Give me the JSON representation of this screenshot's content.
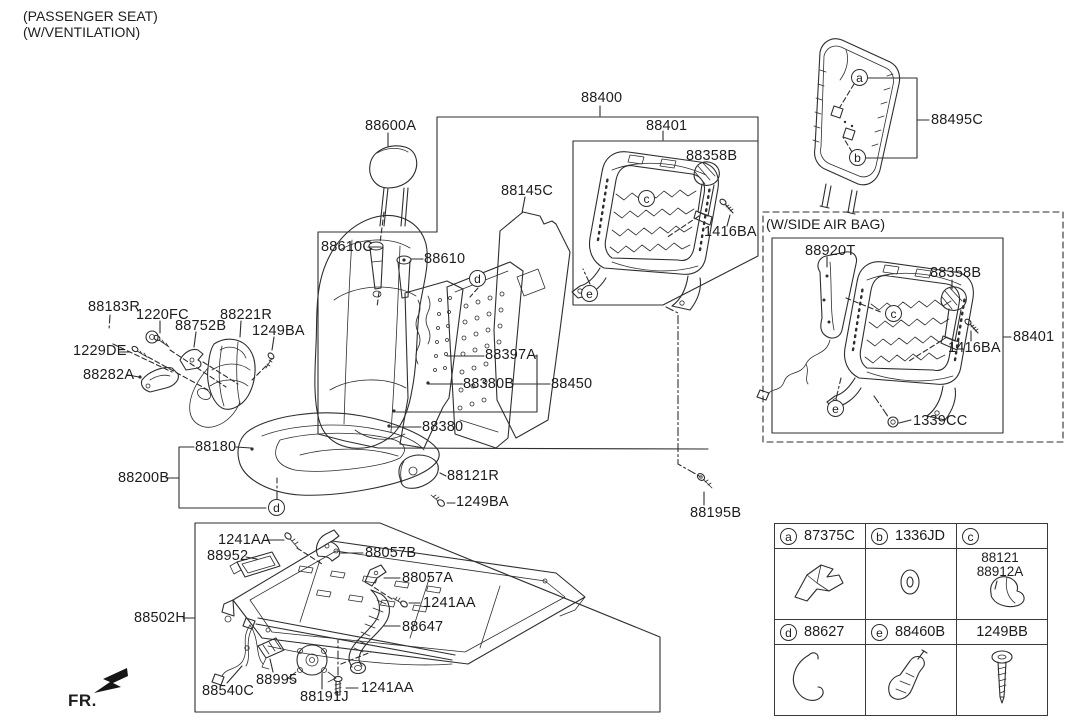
{
  "meta": {
    "background": "#ffffff",
    "line_color": "#2e2e2e"
  },
  "header": {
    "line1": "(PASSENGER SEAT)",
    "line2": "(W/VENTILATION)"
  },
  "fr": {
    "label": "FR."
  },
  "side_airbag": {
    "title": "(W/SIDE AIR BAG)"
  },
  "callout_letters": {
    "a": "a",
    "b": "b",
    "c": "c",
    "d": "d",
    "e": "e"
  },
  "part_labels": {
    "headrest": "88600A",
    "seatback_assembly": "88400",
    "seatback_frame": "88401",
    "frame_guide": "88358B",
    "frame_guide_bolt": "1416BA",
    "pad_board": "88145C",
    "headrest_guide_left": "88610C",
    "headrest_guide_right": "88610",
    "ring_88183r": "88183R",
    "screw_1220fc": "1220FC",
    "bracket_88752b": "88752B",
    "side_shield": "88221R",
    "screw_1249ba_left": "1249BA",
    "screw_1229de": "1229DE",
    "recline_lever": "88282A",
    "vent_board": "88397A",
    "vent_mat": "88380B",
    "back_pad_assembly": "88450",
    "back_cushion": "88380",
    "seat_cushion": "88180",
    "cushion_assembly": "88200B",
    "inner_cover": "88121R",
    "screw_1249ba_right": "1249BA",
    "bolt_88195b": "88195B",
    "back_panel": "88495C",
    "airbag_module": "88920T",
    "ab_frame_guide": "88358B",
    "ab_frame_guide_bolt": "1416BA",
    "ab_seatback_frame": "88401",
    "nut_1339cc": "1339CC",
    "track_assembly": "88502H",
    "screw_1241aa_top": "1241AA",
    "ecu_88952": "88952",
    "bracket_88057b": "88057B",
    "bracket_88057a": "88057A",
    "screw_1241aa_right": "1241AA",
    "duct_88647": "88647",
    "harness_88540c": "88540C",
    "connector_88995": "88995",
    "motor_88191j": "88191J",
    "bolt_1241aa_bottom": "1241AA"
  },
  "reference_table": {
    "row1": [
      {
        "letter": "a",
        "part": "87375C"
      },
      {
        "letter": "b",
        "part": "1336JD"
      },
      {
        "letter": "c",
        "part": ""
      }
    ],
    "cell_c_parts": [
      "88121",
      "88912A"
    ],
    "row2": [
      {
        "letter": "d",
        "part": "88627"
      },
      {
        "letter": "e",
        "part": "88460B"
      },
      {
        "letter": "",
        "part": "1249BB"
      }
    ]
  }
}
